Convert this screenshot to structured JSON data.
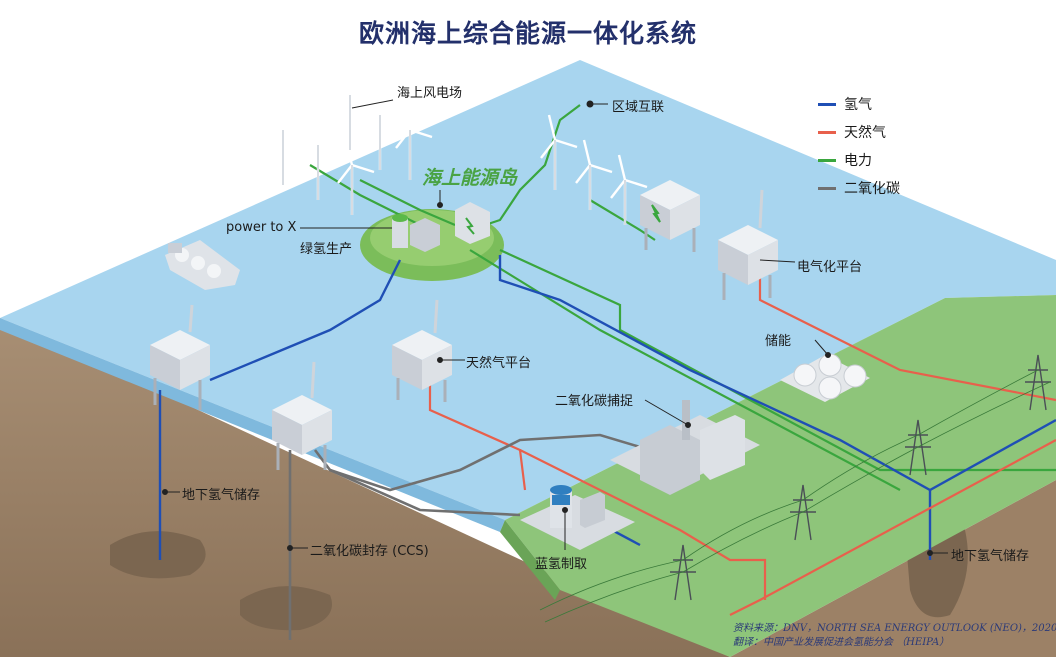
{
  "title": "欧洲海上综合能源一体化系统",
  "labels": {
    "wind_farm": "海上风电场",
    "interconnect": "区域互联",
    "energy_island": "海上能源岛",
    "power_to_x": "power to X",
    "green_h2": "绿氢生产",
    "electrified_platform": "电气化平台",
    "gas_platform": "天然气平台",
    "storage": "储能",
    "co2_capture": "二氧化碳捕捉",
    "underground_h2_left": "地下氢气储存",
    "ccs": "二氧化碳封存 (CCS)",
    "blue_h2": "蓝氢制取",
    "underground_h2_right": "地下氢气储存"
  },
  "legend": [
    {
      "label": "氢气",
      "color": "#1f4fb5"
    },
    {
      "label": "天然气",
      "color": "#e8604c"
    },
    {
      "label": "电力",
      "color": "#3aa63e"
    },
    {
      "label": "二氧化碳",
      "color": "#707070"
    }
  ],
  "source": {
    "line1": "资料来源：DNV，NORTH SEA ENERGY OUTLOOK (NEO)，2020",
    "line2": "翻译：中国产业发展促进会氢能分会 （HEIPA）"
  }
}
